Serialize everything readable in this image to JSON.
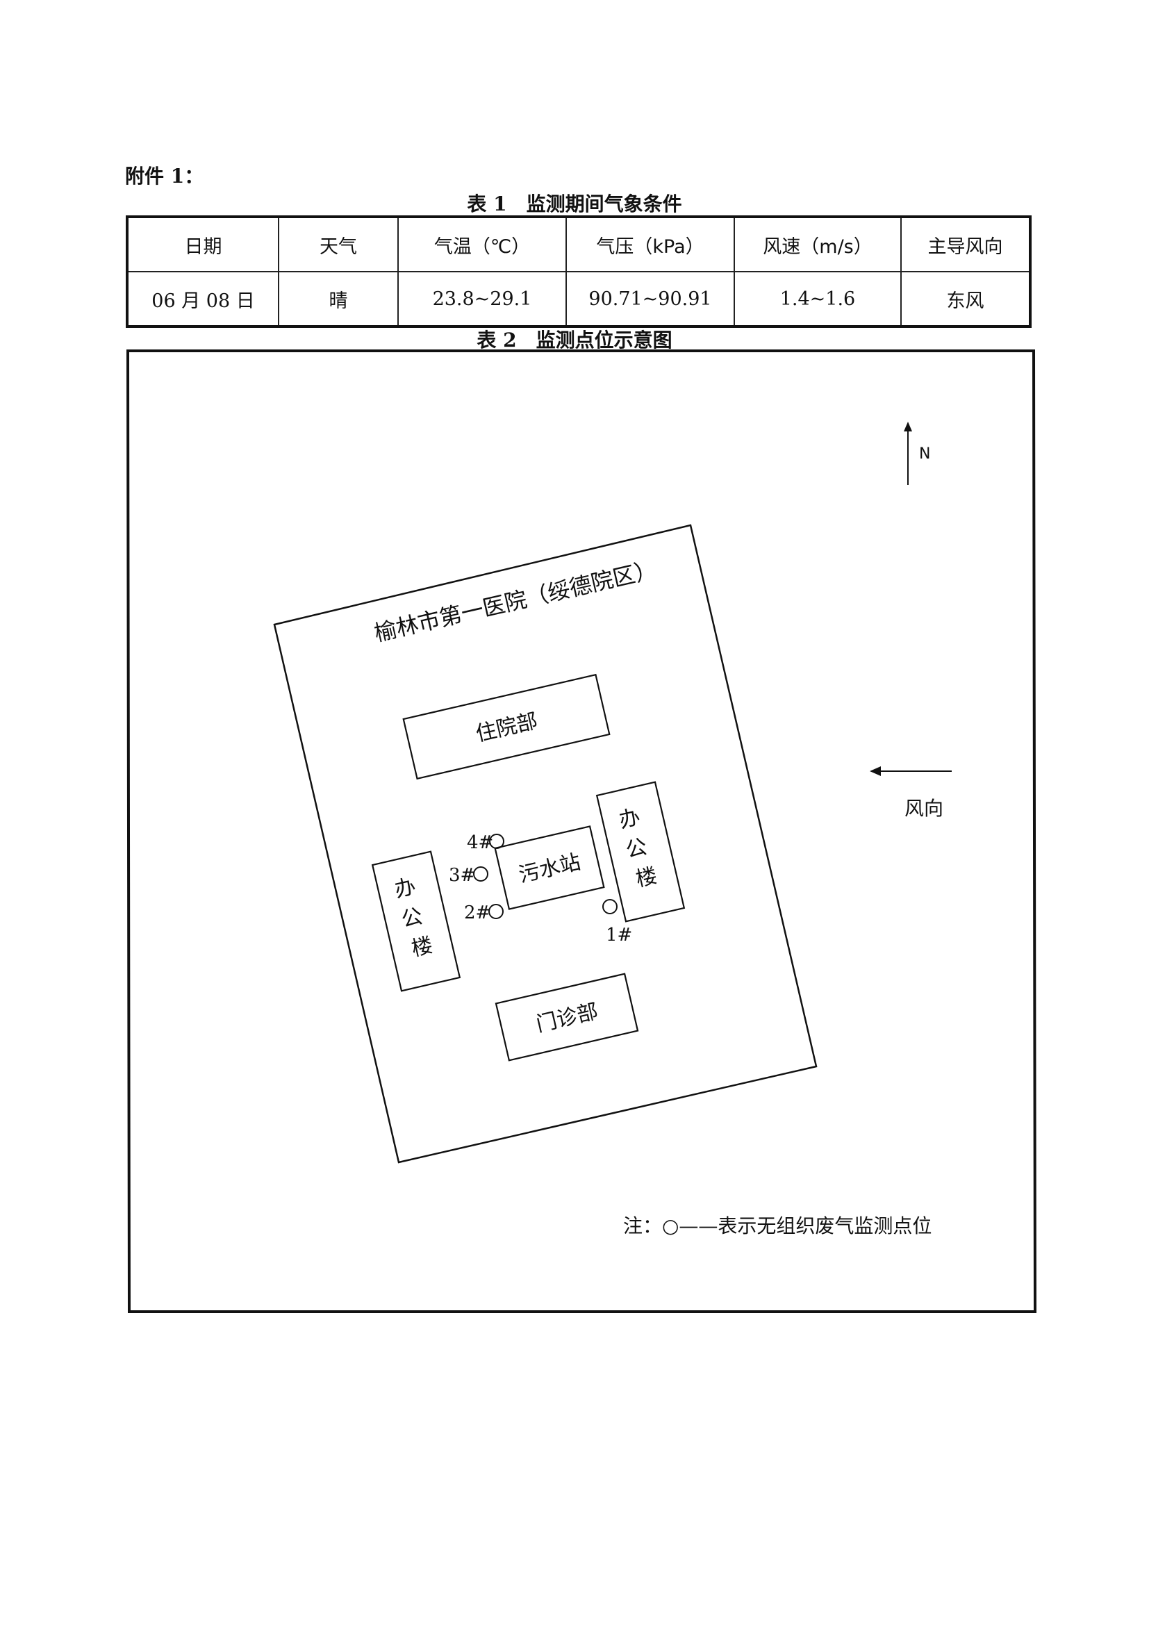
{
  "attachment_label": "附件 1：",
  "table1": {
    "caption": "表 1　监测期间气象条件",
    "headers": [
      "日期",
      "天气",
      "气温（℃）",
      "气压（kPa）",
      "风速（m/s）",
      "主导风向"
    ],
    "rows": [
      [
        "06 月 08 日",
        "晴",
        "23.8~29.1",
        "90.71~90.91",
        "1.4~1.6",
        "东风"
      ]
    ]
  },
  "table2": {
    "caption": "表 2　监测点位示意图"
  },
  "diagram": {
    "north_label": "N",
    "wind_label": "风向",
    "hospital_name": "榆林市第一医院（绥德院区）",
    "buildings": {
      "inpatient": "住院部",
      "office_left": "办公楼",
      "office_right": "办公楼",
      "sewage_station": "污水站",
      "outpatient": "门诊部"
    },
    "points": {
      "p1": "1#",
      "p2": "2#",
      "p3": "3#",
      "p4": "4#"
    },
    "note": "注：○——表示无组织废气监测点位"
  }
}
